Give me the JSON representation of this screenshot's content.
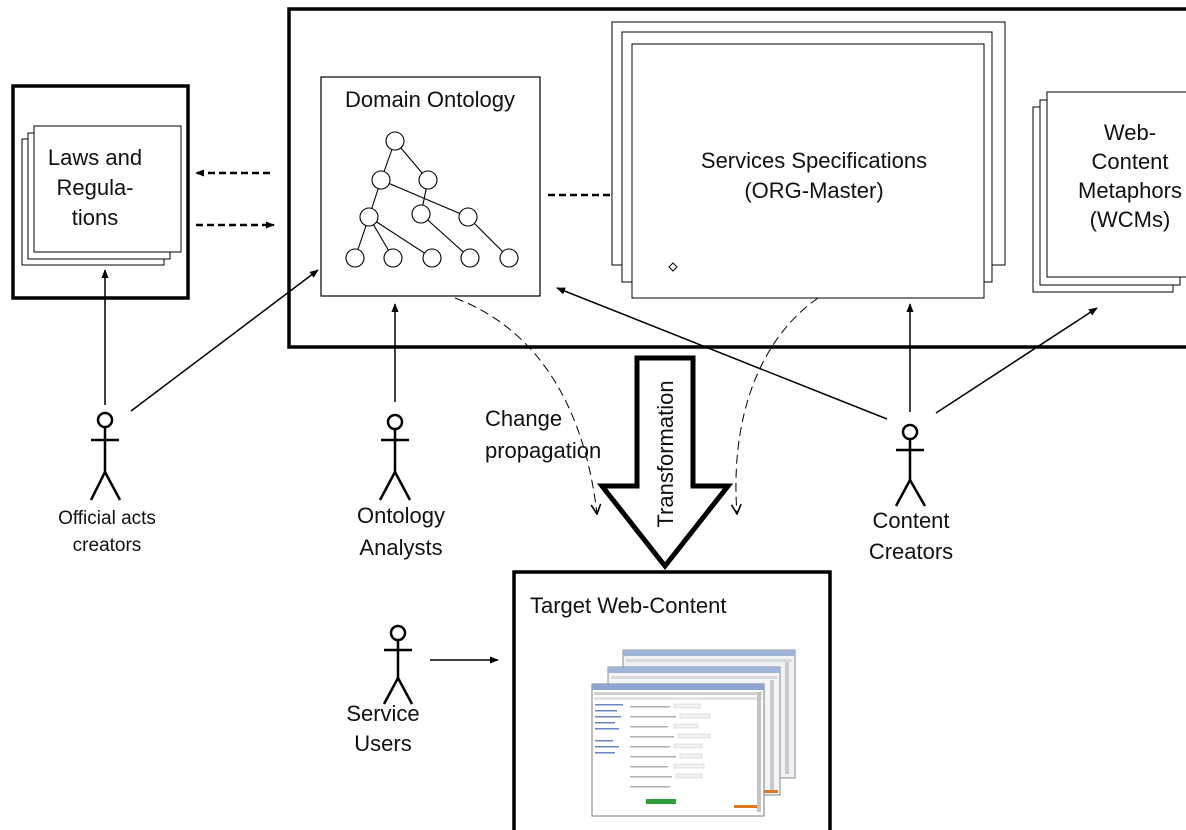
{
  "diagram": {
    "laws_box": {
      "lines": [
        "Laws and",
        "Regula-",
        "tions"
      ]
    },
    "domain_ontology": {
      "title": "Domain Ontology"
    },
    "services_spec": {
      "lines": [
        "Services Specifications",
        "(ORG-Master)"
      ]
    },
    "wcm": {
      "lines": [
        "Web-",
        "Content",
        "Metaphors",
        "(WCMs)"
      ]
    },
    "transformation_label": "Transformation",
    "change_propagation": {
      "lines": [
        "Change",
        "propagation"
      ]
    },
    "target": {
      "title": "Target Web-Content"
    },
    "actors": {
      "official": {
        "lines": [
          "Official acts",
          "creators"
        ]
      },
      "analysts": {
        "lines": [
          "Ontology",
          "Analysts"
        ]
      },
      "content": {
        "lines": [
          "Content",
          "Creators"
        ]
      },
      "users": {
        "lines": [
          "Service",
          "Users"
        ]
      }
    }
  },
  "colors": {
    "stroke": "#000000",
    "background": "#ffffff",
    "screenshot_frame": "#d9d9d9",
    "screenshot_green": "#2e9e3a",
    "screenshot_orange": "#e07a1f"
  }
}
